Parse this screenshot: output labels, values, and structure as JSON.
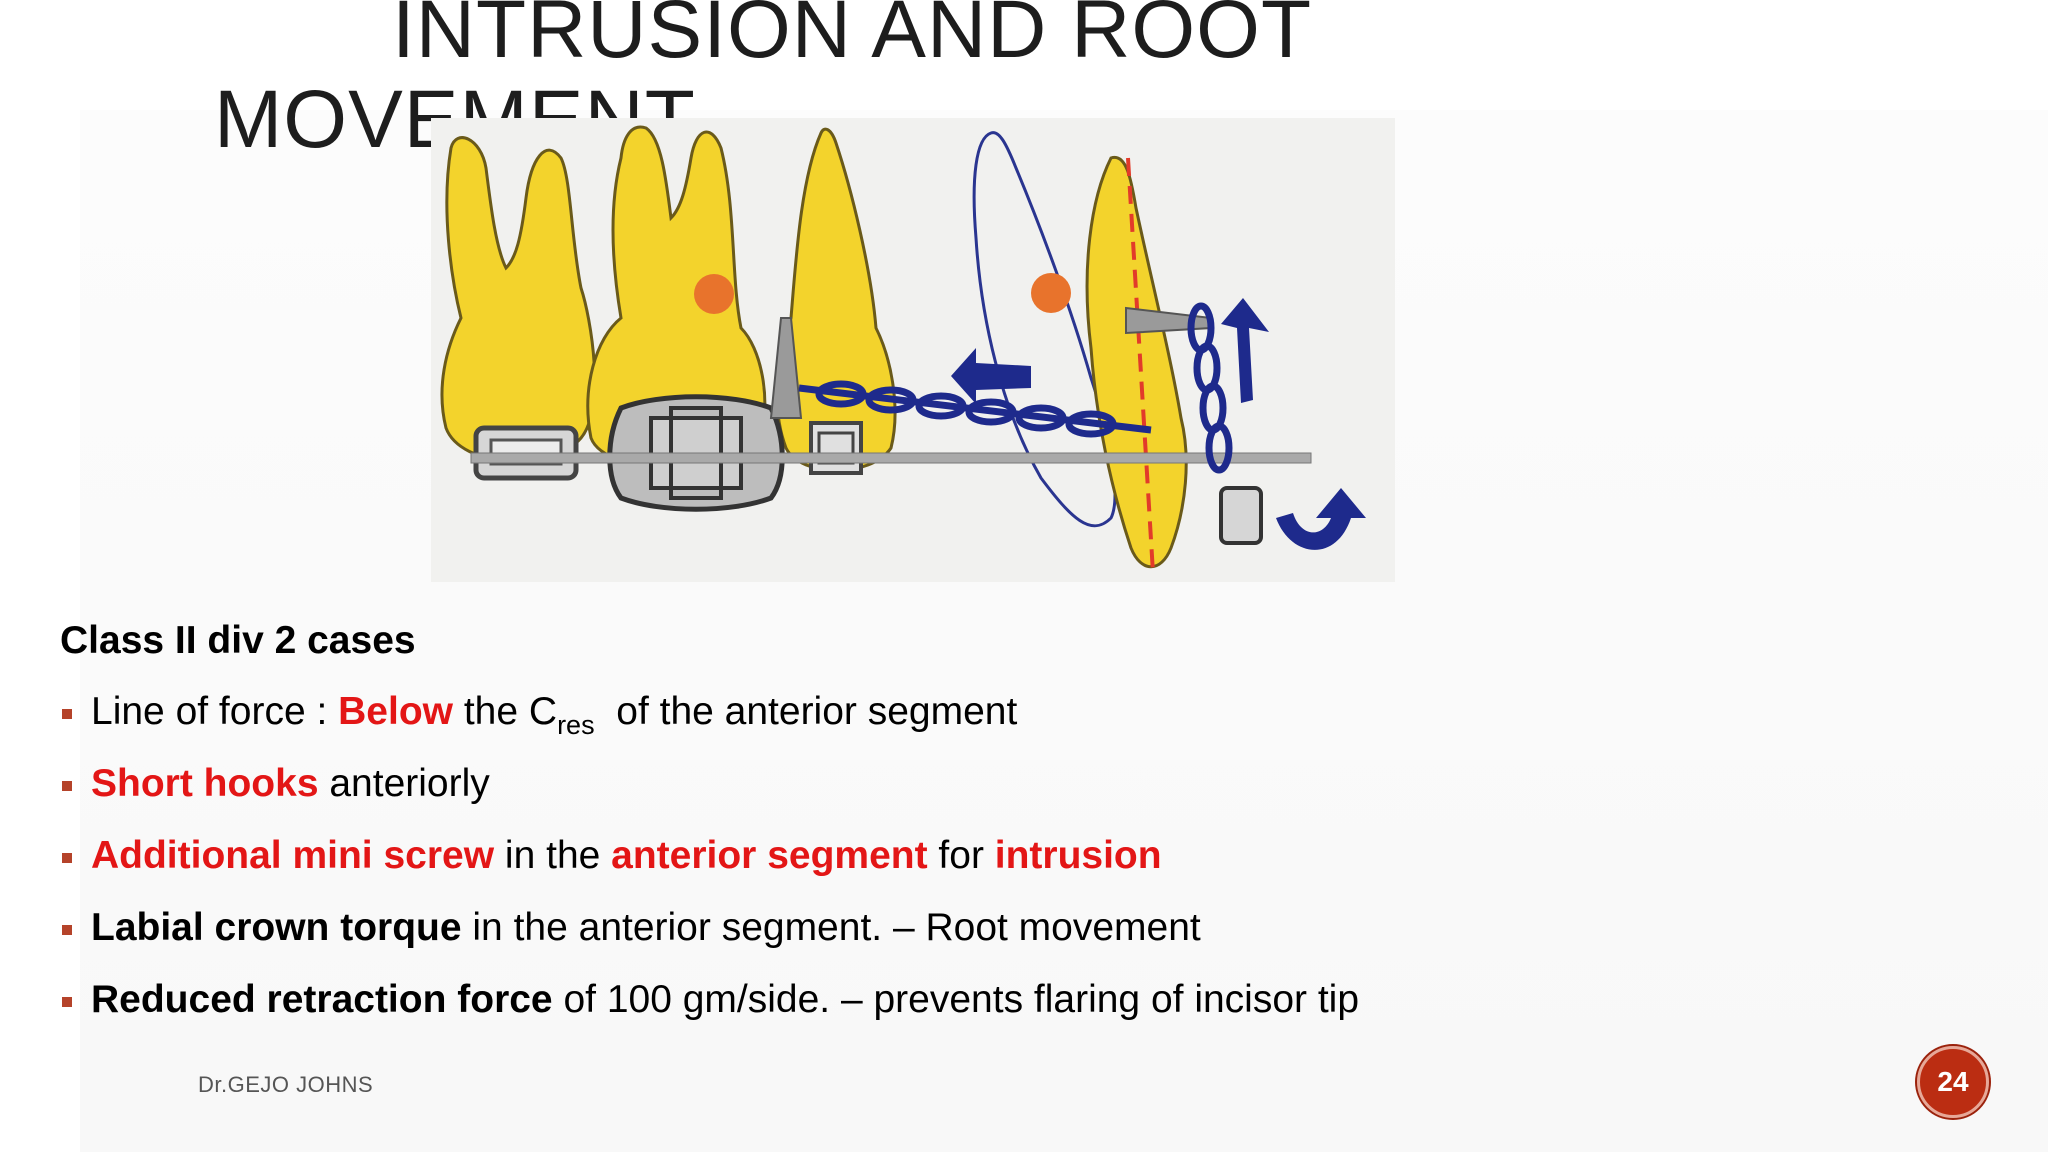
{
  "slide": {
    "title_line1": "INTRUSION AND ROOT",
    "title_line2": "MOVEMENT",
    "subheading": "Class II div 2 cases",
    "bullets": [
      {
        "line_of_force": "Line of force : ",
        "below": "Below",
        "the_c": " the C",
        "res": "res",
        "rest": "  of the anterior segment"
      },
      {
        "short_hooks": "Short hooks",
        "rest": " anteriorly"
      },
      {
        "additional": "Additional mini screw",
        "in_the": " in the ",
        "anterior": "anterior segment",
        "for": " for ",
        "intrusion": "intrusion"
      },
      {
        "labial": "Labial crown torque",
        "rest": " in the anterior segment. – Root movement"
      },
      {
        "reduced": "Reduced retraction force",
        "rest": " of 100 gm/side. – prevents flaring of incisor tip"
      }
    ],
    "footer_author": "Dr.GEJO JOHNS",
    "page_number": "24"
  },
  "colors": {
    "accent_red": "#e31616",
    "bullet_marker": "#b5432a",
    "page_badge": "#bb2d12",
    "tooth_yellow": "#f3d32c",
    "chain_blue": "#1e2a8c",
    "cres_dot": "#e8732c"
  },
  "icons": {
    "figure": "orthodontic-teeth-diagram",
    "bullet": "square-bullet-icon"
  }
}
